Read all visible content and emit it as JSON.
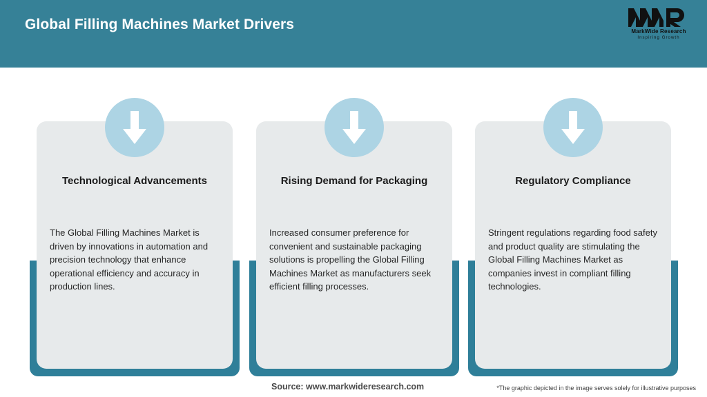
{
  "header": {
    "title": "Global Filling Machines Market Drivers",
    "bar_color": "#368197",
    "title_color": "#ffffff"
  },
  "logo": {
    "mark": "MWR",
    "name": "MarkWide Research",
    "tagline": "Inspiring Growth"
  },
  "theme": {
    "teal": "#2F7F99",
    "panel_gray": "#E7EAEB",
    "badge_blue": "#ADD4E4",
    "arrow_white": "#ffffff"
  },
  "cards": [
    {
      "icon": "arrow-down-icon",
      "title": "Technological Advancements",
      "body": "The Global Filling Machines Market is driven by innovations in automation and precision technology that enhance operational efficiency and accuracy in production lines."
    },
    {
      "icon": "arrow-down-icon",
      "title": "Rising Demand for Packaging",
      "body": "Increased consumer preference for convenient and sustainable packaging solutions is propelling the Global Filling Machines Market as manufacturers seek efficient filling processes."
    },
    {
      "icon": "arrow-down-icon",
      "title": "Regulatory Compliance",
      "body": "Stringent regulations regarding food safety and product quality are stimulating the Global Filling Machines Market as companies invest in compliant filling technologies."
    }
  ],
  "footer": {
    "source": "Source: www.markwideresearch.com",
    "disclaimer": "*The graphic depicted in the image serves solely for illustrative purposes"
  }
}
